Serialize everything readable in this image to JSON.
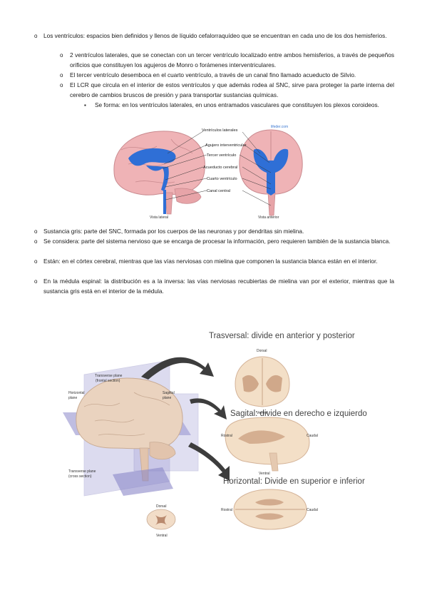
{
  "bullets": {
    "b1": "Los ventrículos: espacios bien definidos y llenos de líquido cefalorraquídeo que se encuentran en cada uno de los dos hemisferios.",
    "b1a": "2 ventrículos laterales, que se conectan con un tercer ventrículo localizado entre ambos hemisferios, a través de pequeños orificios que constituyen los agujeros de Monro o forámenes interventriculares.",
    "b1b": "El tercer ventrículo desemboca en el cuarto ventrículo, a través de un canal fino llamado acueducto de Silvio.",
    "b1c": "El LCR que circula en el interior de estos ventrículos y que además rodea al SNC, sirve para proteger la parte interna del cerebro de cambios bruscos de presión y para transportar sustancias químicas.",
    "b1c1": "Se forma: en los ventrículos laterales, en unos entramados vasculares que constituyen los plexos coroideos.",
    "b2": "Sustancia gris: parte del SNC, formada por los cuerpos de las neuronas y por dendritas sin mielina.",
    "b3": "Se considera: parte del sistema nervioso que se encarga de procesar la información, pero requieren también de la sustancia blanca.",
    "b4": "Están: en el córtex cerebral, mientras que las vías nerviosas con mielina que componen la sustancia blanca están en el interior.",
    "b5": "En la médula espinal: la distribución es a la inversa: las vías nerviosas recubiertas de mielina van por el exterior, mientras que la sustancia gris está en el interior de la médula."
  },
  "marks": {
    "o": "o",
    "sq": "▪"
  },
  "fig1": {
    "watermark": "lifeder.com",
    "labels": {
      "v_lat": "Ventrículos laterales",
      "agujero": "Agujero interventricular",
      "tercer": "Tercer ventrículo",
      "acueducto": "Acueducto cerebral",
      "cuarto": "Cuarto ventrículo",
      "canal": "Canal central"
    },
    "vista_lateral": "Vista lateral",
    "vista_anterior": "Vista anterior"
  },
  "fig2": {
    "transverse": "Transverse plane",
    "transverse_sub": "(frontal section)",
    "horizontal": "Horizontal",
    "horizontal_sub": "plane",
    "sagittal": "Sagittal",
    "sagittal_sub": "plane",
    "transverse2": "Transverse plane",
    "transverse2_sub": "(cross section)",
    "dorsal": "Dorsal",
    "ventral": "Ventral",
    "t1": "Trasversal: divide en anterior y posterior",
    "t2": "Sagital: divide en derecho e izquierdo",
    "t3": "Horizontal: Divide en superior e inferior",
    "dorsal_t": "Dorsal",
    "ventral_t": "Ventral",
    "rostral_s": "Rostral",
    "caudal_s": "Caudal",
    "ventral_s": "Ventral",
    "rostral_h": "Rostral",
    "caudal_h": "Caudal"
  },
  "colors": {
    "ventricle": "#2f6fd6",
    "brain": "#efb3b6",
    "plane": "#8a87c8"
  }
}
